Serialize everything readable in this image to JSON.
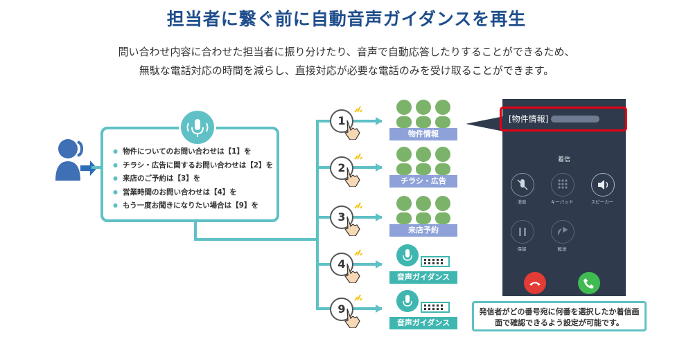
{
  "title": "担当者に繋ぐ前に自動音声ガイダンスを再生",
  "description": {
    "line1": "問い合わせ内容に合わせた担当者に振り分けたり、音声で自動応答したりすることができるため、",
    "line2": "無駄な電話対応の時間を減らし、直接対応が必要な電話のみを受け取ることができます。"
  },
  "guidance": {
    "items": [
      "物件についてのお問い合わせは【1】を",
      "チラシ・広告に関するお問い合わせは【2】を",
      "来店のご予約は【3】を",
      "営業時間のお問い合わせは【4】を",
      "もう一度お聞きになりたい場合は【9】を"
    ]
  },
  "options": [
    {
      "number": "1",
      "destination": "物件情報",
      "type": "staff"
    },
    {
      "number": "2",
      "destination": "チラシ・広告",
      "type": "staff"
    },
    {
      "number": "3",
      "destination": "来店予約",
      "type": "staff"
    },
    {
      "number": "4",
      "destination": "音声ガイダンス",
      "type": "voice"
    },
    {
      "number": "9",
      "destination": "音声ガイダンス",
      "type": "voice"
    }
  ],
  "phone": {
    "caller_tag": "[物件情報]",
    "status": "着信",
    "buttons": {
      "mute": "消音",
      "keypad": "キーパッド",
      "speaker": "スピーカー",
      "hold": "保留",
      "transfer": "転送"
    }
  },
  "caption": {
    "line1": "発信者がどの番号宛に何番を選択したか着信画",
    "line2": "面で確認できるよう設定が可能です。"
  },
  "colors": {
    "title": "#1f4e8c",
    "teal": "#5fc1c6",
    "staff_label": "#8ea2d9",
    "voice_label": "#3fb6b0",
    "people": "#7cb36a",
    "highlight": "#e60012"
  }
}
